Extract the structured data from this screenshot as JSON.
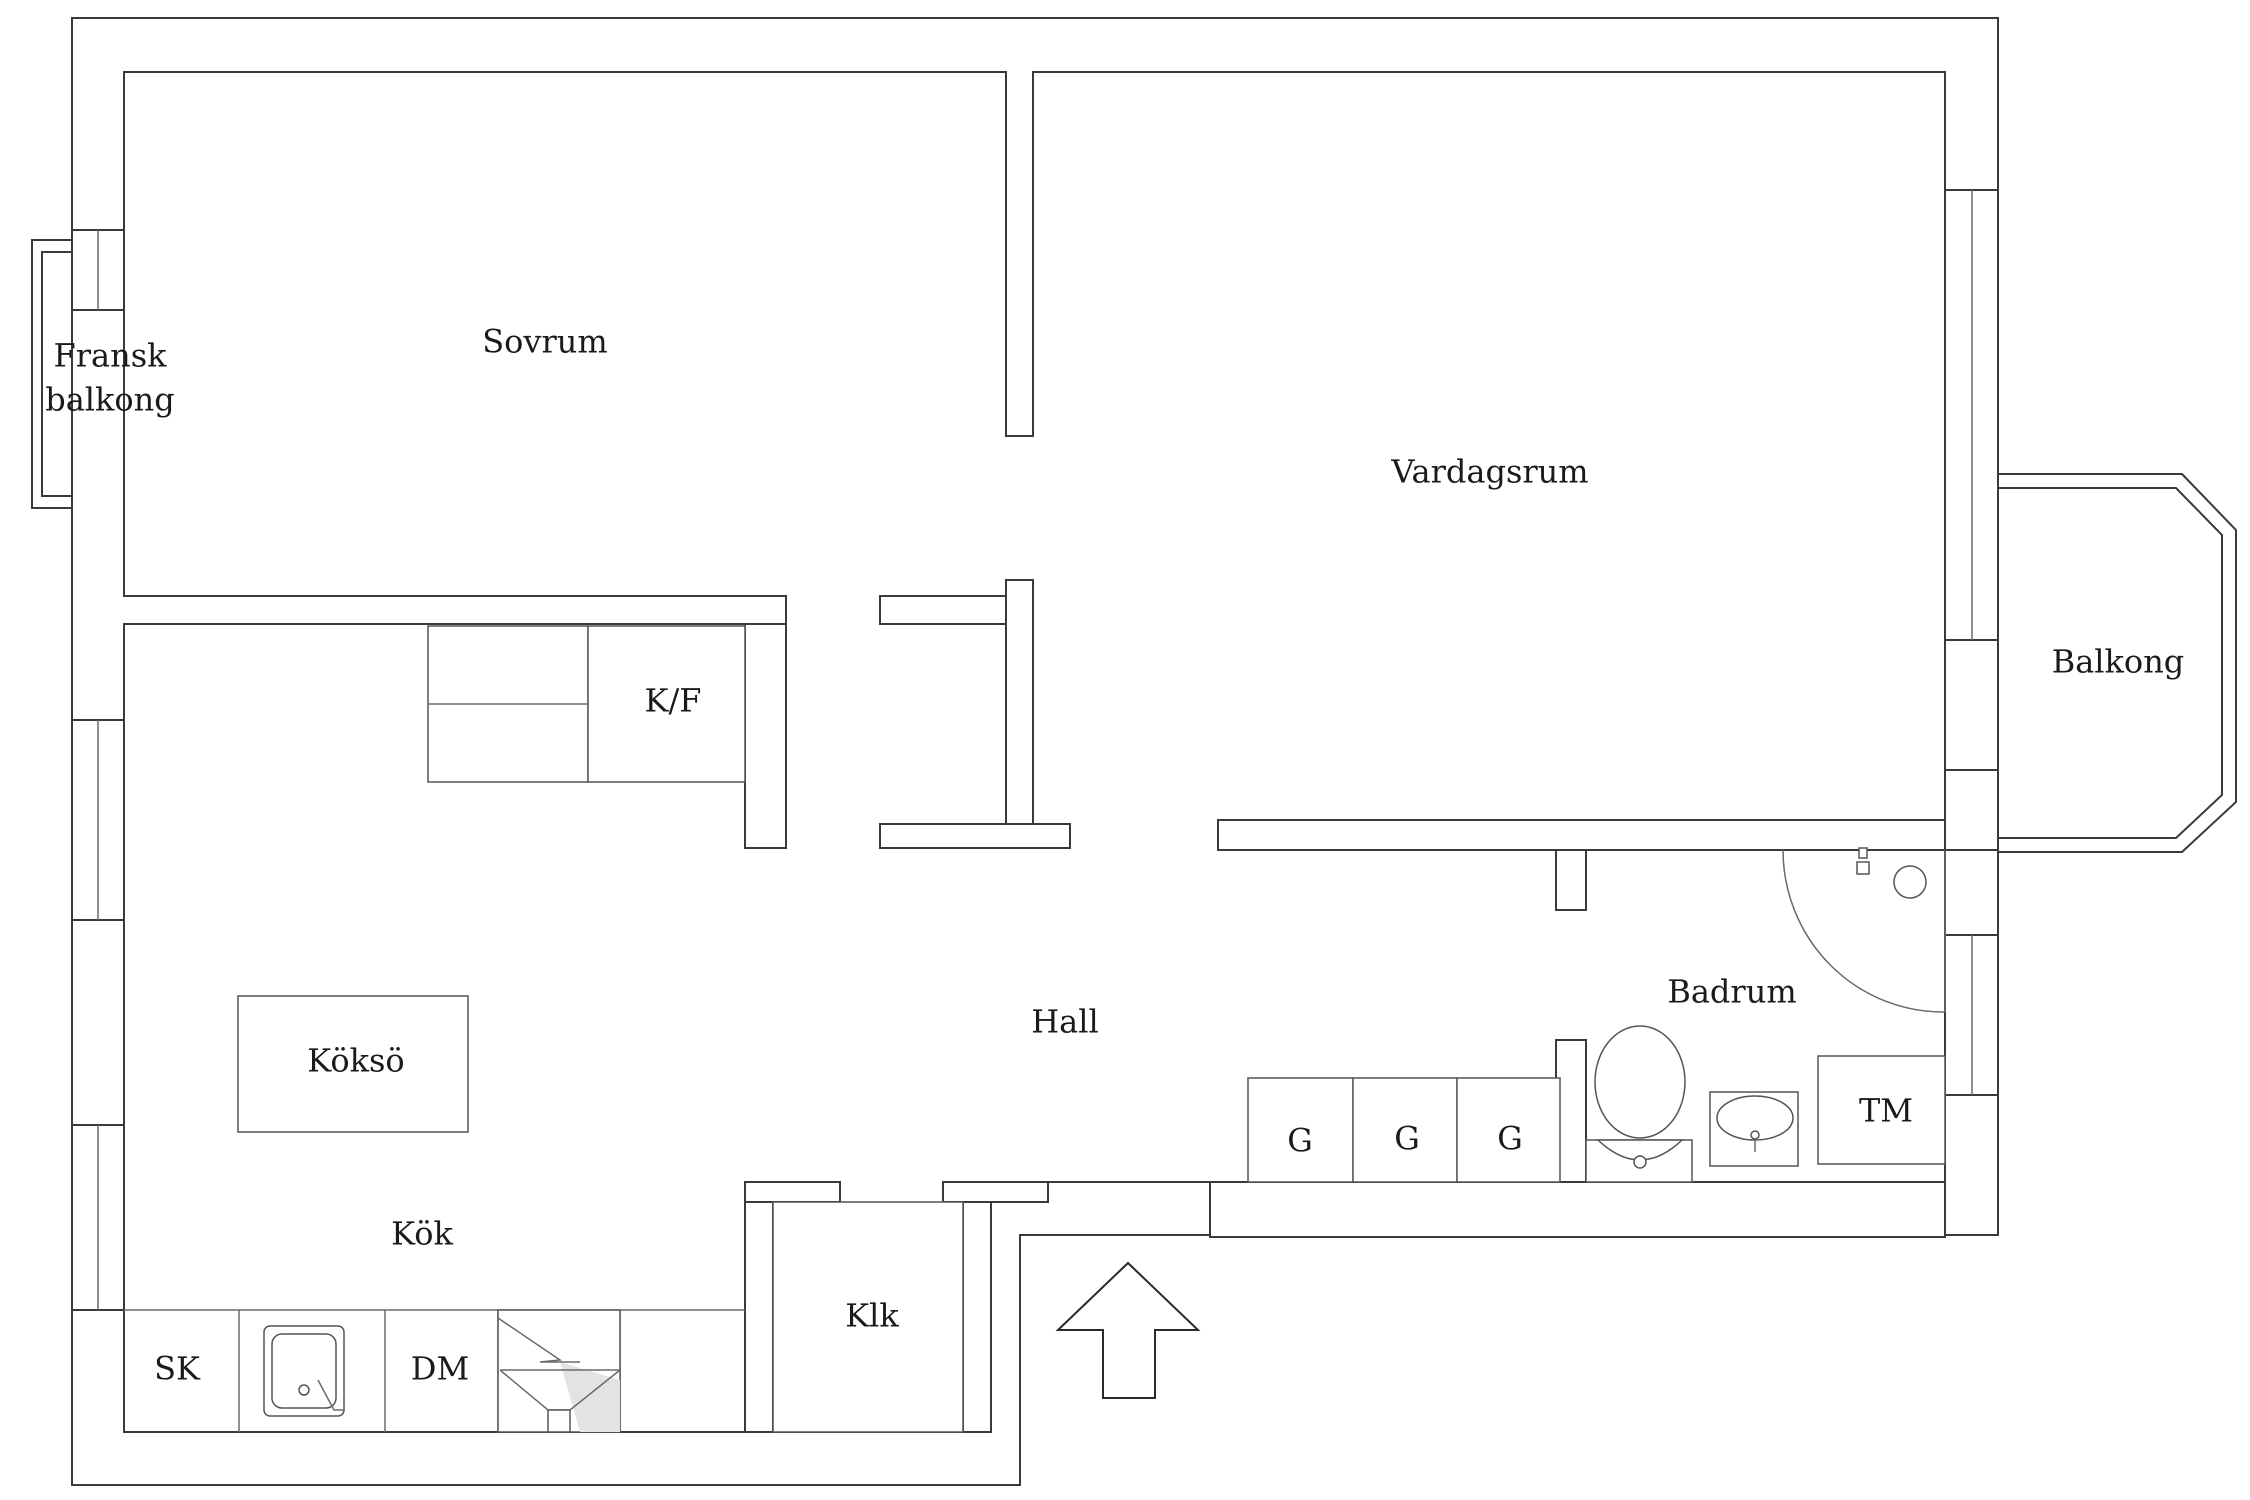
{
  "rooms": {
    "sovrum": "Sovrum",
    "vardagsrum": "Vardagsrum",
    "fransk_balkong_line1": "Fransk",
    "fransk_balkong_line2": "balkong",
    "balkong": "Balkong",
    "kf": "K/F",
    "hall": "Hall",
    "badrum": "Badrum",
    "tm": "TM",
    "g1": "G",
    "g2": "G",
    "g3": "G",
    "kokso": "Köksö",
    "kok": "Kök",
    "sk": "SK",
    "dm": "DM",
    "klk": "Klk"
  }
}
